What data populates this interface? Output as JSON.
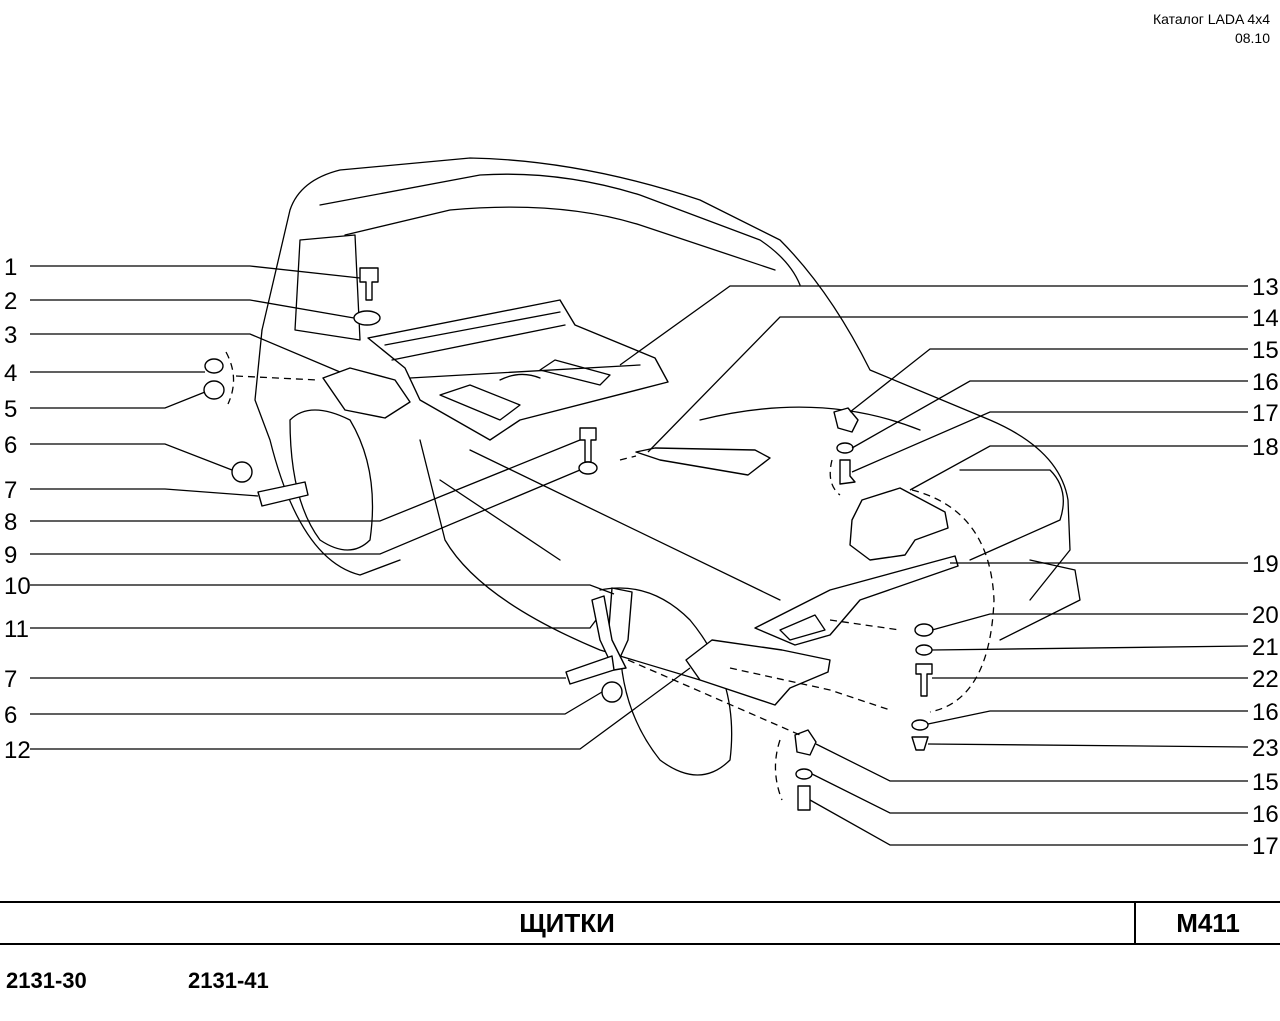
{
  "header": {
    "catalog": "Каталог  LADA  4x4",
    "date": "08.10"
  },
  "footer": {
    "title": "ЩИТКИ",
    "code": "M411"
  },
  "models": [
    "2131-30",
    "2131-41"
  ],
  "callouts_left": [
    "1",
    "2",
    "3",
    "4",
    "5",
    "6",
    "7",
    "8",
    "9",
    "10",
    "11",
    "7",
    "6",
    "12"
  ],
  "callouts_right": [
    "13",
    "14",
    "15",
    "16",
    "17",
    "18",
    "19",
    "20",
    "21",
    "22",
    "16",
    "23",
    "15",
    "16",
    "17"
  ]
}
